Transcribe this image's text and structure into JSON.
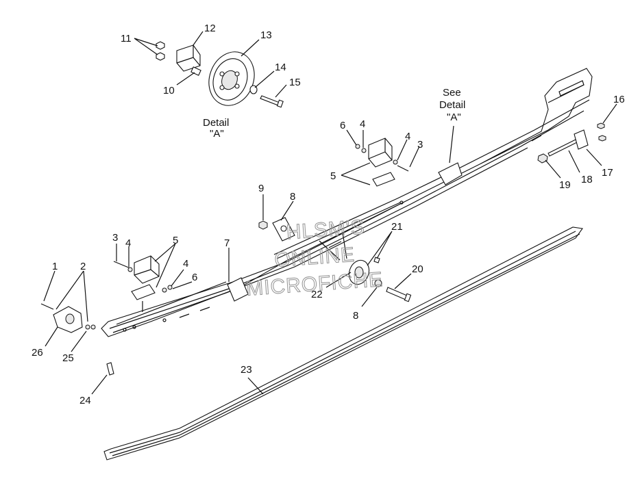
{
  "diagram": {
    "callouts": [
      "1",
      "2",
      "3",
      "4",
      "5",
      "6",
      "7",
      "8",
      "9",
      "10",
      "11",
      "12",
      "13",
      "14",
      "15",
      "16",
      "17",
      "18",
      "19",
      "20",
      "21",
      "22",
      "23",
      "24",
      "25",
      "26"
    ],
    "detail_label": [
      "Detail",
      "\"A\""
    ],
    "see_detail_label": [
      "See",
      "Detail",
      "\"A\""
    ],
    "watermark": [
      "HLSM'S",
      "ONLINE",
      "MICROFICHE"
    ]
  }
}
